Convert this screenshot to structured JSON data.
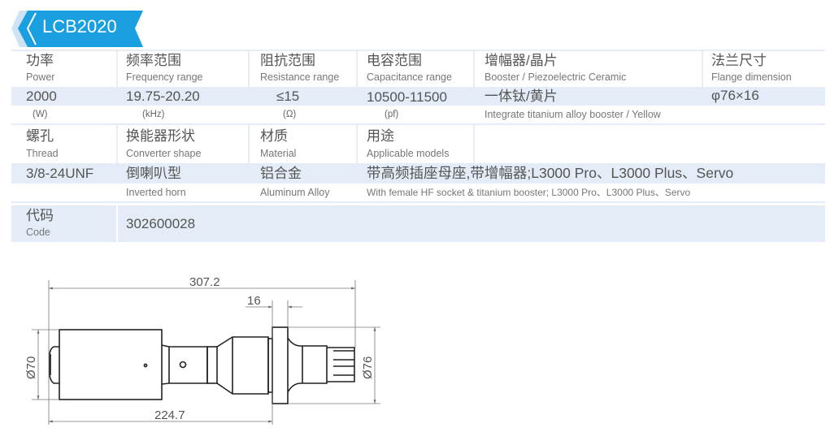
{
  "title": "LCB2020",
  "colors": {
    "accent": "#1a9fe0",
    "band": "#e3ecf7",
    "text": "#555555"
  },
  "row1": {
    "headers": [
      {
        "zh": "功率",
        "en": "Power"
      },
      {
        "zh": "频率范围",
        "en": "Frequency range"
      },
      {
        "zh": "阻抗范围",
        "en": "Resistance range"
      },
      {
        "zh": "电容范围",
        "en": "Capacitance range"
      },
      {
        "zh": "增幅器/晶片",
        "en": "Booster / Piezoelectric Ceramic"
      },
      {
        "zh": "法兰尺寸",
        "en": "Flange dimension"
      }
    ],
    "values": [
      "2000",
      "19.75-20.20",
      "≤15",
      "10500-11500",
      "一体钛/黄片",
      "φ76×16"
    ],
    "units": [
      "(W)",
      "(kHz)",
      "(Ω)",
      "(pf)",
      "Integrate titanium alloy booster / Yellow"
    ]
  },
  "row2": {
    "headers": [
      {
        "zh": "螺孔",
        "en": "Thread"
      },
      {
        "zh": "换能器形状",
        "en": "Converter shape"
      },
      {
        "zh": "材质",
        "en": "Material"
      },
      {
        "zh": "用途",
        "en": "Applicable models"
      }
    ],
    "values": [
      "3/8-24UNF",
      "倒喇叭型",
      "铝合金",
      "带高频插座母座,带增幅器;L3000 Pro、L3000 Plus、Servo"
    ],
    "subs": [
      "Inverted horn",
      "Aluminum Alloy",
      "With female HF socket & titanium booster; L3000 Pro、L3000 Plus、Servo"
    ]
  },
  "code": {
    "zh": "代码",
    "en": "Code",
    "value": "302600028"
  },
  "drawing": {
    "overall_length": "307.2",
    "flange_thickness": "16",
    "body_length": "224.7",
    "converter_diameter": "Ø70",
    "flange_diameter": "Ø76"
  }
}
